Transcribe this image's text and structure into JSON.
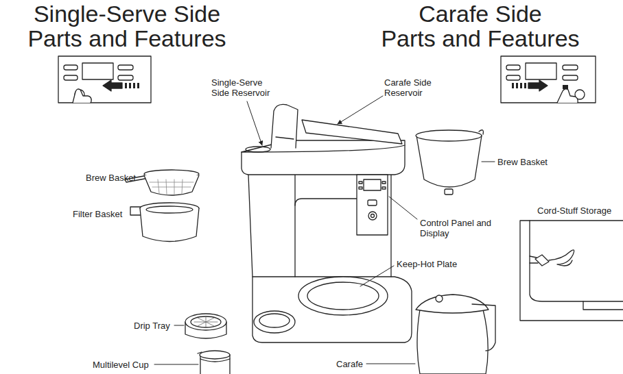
{
  "diagram": {
    "labels": [
      "Single-Serve Side",
      "Parts and Features",
      "Carafe Side",
      "Parts and Features",
      "Single-Serve Side Reservoir",
      "Carafe Side Reservoir",
      "Brew Basket",
      "Filter Basket",
      "Control Panel and Display",
      "Keep-Hot Plate",
      "Brew Basket",
      "Cord-Stuff Storage",
      "Drip Tray",
      "Multilevel Cup",
      "Carafe"
    ]
  }
}
